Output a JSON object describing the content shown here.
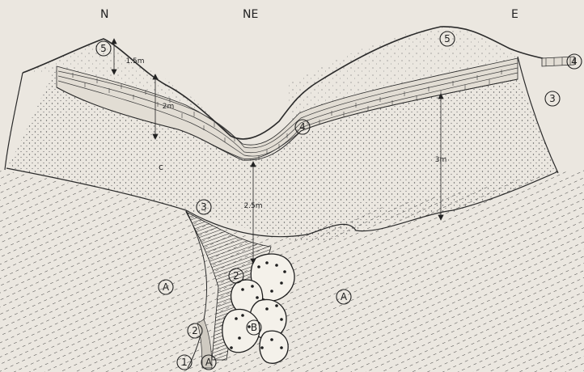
{
  "compass": {
    "n": "N",
    "ne": "NE",
    "e": "E"
  },
  "measurements": {
    "m1": "1.5m",
    "m2": "2m",
    "m3": "2.5m",
    "m4": "3m"
  },
  "small_letter": "c",
  "layer_labels": {
    "l5_left": "5",
    "l5_right": "5",
    "l4_mid": "4",
    "l4_right": "4",
    "l3_left": "3",
    "l3_right": "3",
    "l2_top": "2",
    "l2_bottom": "2",
    "l1": "1",
    "a_left": "A",
    "a_right": "A",
    "a_bottom": "A",
    "b": "B"
  }
}
